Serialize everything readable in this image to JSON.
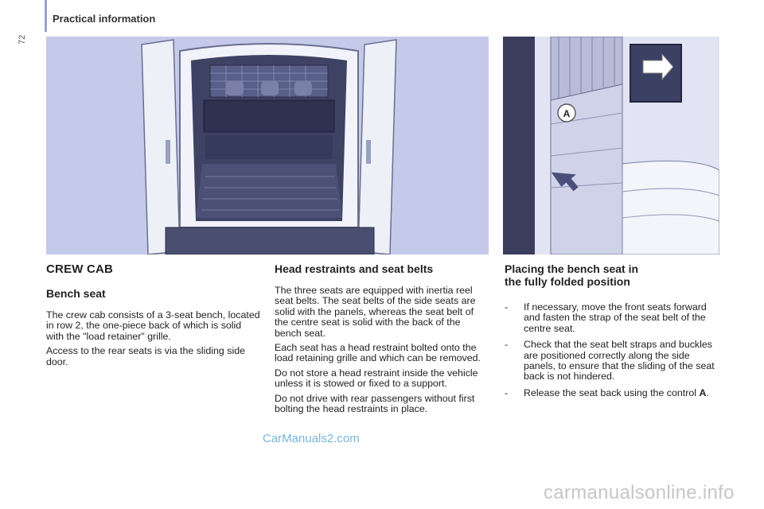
{
  "header": {
    "section_title": "Practical information",
    "page_number": "72"
  },
  "figures": {
    "seat_photo": {
      "callout_label": "A"
    }
  },
  "col1": {
    "title": "CREW CAB",
    "subtitle": "Bench seat",
    "paragraphs": [
      "The crew cab consists of a 3-seat bench, located in row 2, the one-piece back of which is solid with the \"load retainer\" grille.",
      "Access to the rear seats is via the sliding side door."
    ]
  },
  "col2": {
    "title": "Head restraints and seat belts",
    "paragraphs": [
      "The three seats are equipped with inertia reel seat belts. The seat belts of the side seats are solid with the panels, whereas the seat belt of the centre seat is solid with the back of the bench seat.",
      "Each seat has a head restraint bolted onto the load retaining grille and which can be removed.",
      "Do not store a head restraint inside the vehicle unless it is stowed or fixed to a support.",
      "Do not drive with rear passengers without first bolting the head restraints in place."
    ]
  },
  "col3": {
    "title_line1": "Placing the bench seat in",
    "title_line2": "the fully folded position",
    "dash": "-",
    "steps": [
      "If necessary, move the front seats forward and fasten the strap of the seat belt of the centre seat.",
      "Check that the seat belt straps and buckles are positioned correctly along the side panels, to ensure that the sliding of the seat back is not hindered.",
      "Release the seat back using the control"
    ],
    "control_letter": "A",
    "step3_end": "."
  },
  "watermarks": {
    "small": "CarManuals2.com",
    "large": "carmanualsonline.info"
  }
}
